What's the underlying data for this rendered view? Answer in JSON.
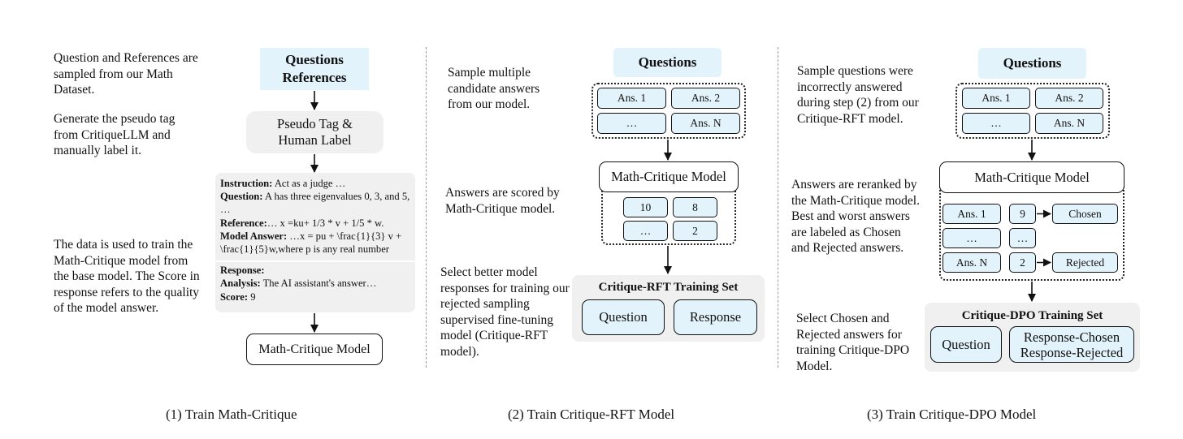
{
  "panel1": {
    "note_top": "Question and References are sampled from our Math Dataset.",
    "note_mid": "Generate the pseudo tag from CritiqueLLM and manually label it.",
    "note_bottom": "The data is used to train the Math-Critique model from the base model. The Score in response refers to the quality of the model answer.",
    "box_questions_line1": "Questions",
    "box_questions_line2": "References",
    "box_pseudo_line1": "Pseudo Tag &",
    "box_pseudo_line2": "Human Label",
    "prompt": {
      "instruction_label": "Instruction:",
      "instruction_text": " Act as a judge …",
      "question_label": "Question:",
      "question_text": " A has three eigenvalues 0, 3, and 5, …",
      "reference_label": "Reference:",
      "reference_text": "… x =ku+ 1/3 * v + 1/5 * w.",
      "model_answer_label": "Model Answer:",
      "model_answer_text": " …x = pu + \\frac{1}{3} v + \\frac{1}{5}w,where p is any real number",
      "response_label": "Response:",
      "analysis_label": "Analysis:",
      "analysis_text": " The AI assistant's answer…",
      "score_label": "Score:",
      "score_text": " 9"
    },
    "box_model": "Math-Critique Model",
    "caption": "(1) Train Math-Critique"
  },
  "panel2": {
    "note_top": "Sample multiple candidate answers from our model.",
    "note_mid": "Answers are scored by Math-Critique model.",
    "note_bottom": "Select better model responses for training our rejected sampling supervised fine-tuning model (Critique-RFT model).",
    "questions": "Questions",
    "answers": [
      "Ans. 1",
      "Ans. 2",
      "…",
      "Ans. N"
    ],
    "model": "Math-Critique Model",
    "scores": [
      "10",
      "8",
      "…",
      "2"
    ],
    "set_title": "Critique-RFT Training Set",
    "set_question": "Question",
    "set_response": "Response",
    "caption": "(2) Train Critique-RFT Model"
  },
  "panel3": {
    "note_top": "Sample questions were incorrectly answered during step (2) from our Critique-RFT model.",
    "note_mid": "Answers are reranked by the Math-Critique model. Best and worst answers are labeled as Chosen and Rejected answers.",
    "note_bottom": "Select Chosen and Rejected answers for training Critique-DPO Model.",
    "questions": "Questions",
    "answers": [
      "Ans. 1",
      "Ans. 2",
      "…",
      "Ans. N"
    ],
    "model": "Math-Critique Model",
    "ranked": [
      "Ans. 1",
      "…",
      "Ans. N"
    ],
    "rank_scores": [
      "9",
      "…",
      "2"
    ],
    "chosen": "Chosen",
    "rejected": "Rejected",
    "set_title": "Critique-DPO Training Set",
    "set_question": "Question",
    "set_response_line1": "Response-Chosen",
    "set_response_line2": "Response-Rejected",
    "caption": "(3) Train Critique-DPO Model"
  }
}
